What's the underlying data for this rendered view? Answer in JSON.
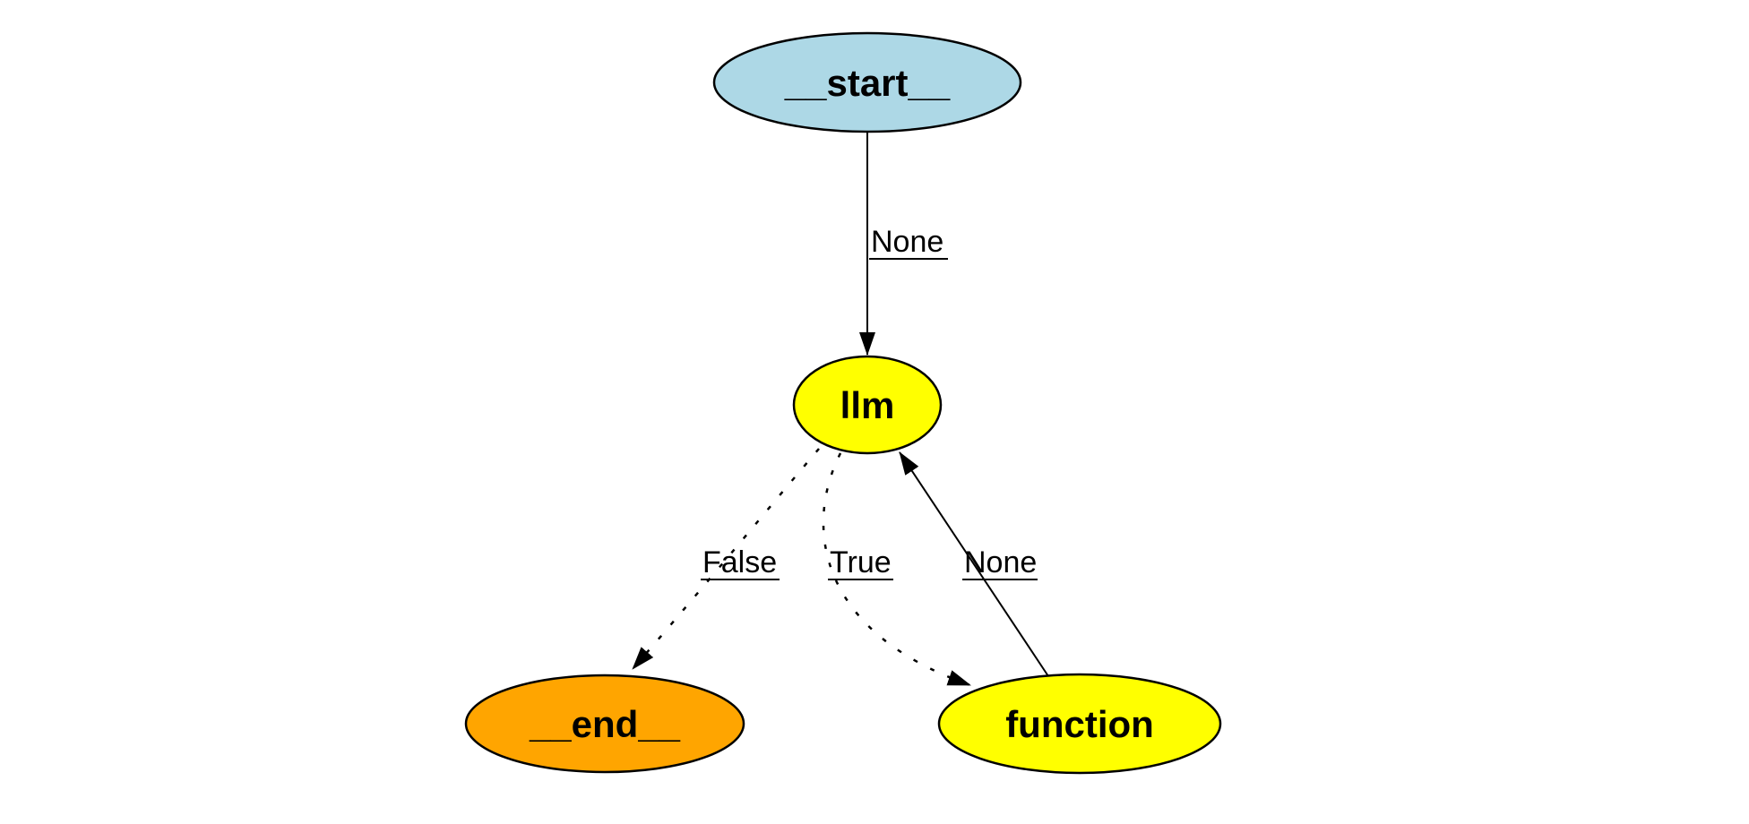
{
  "diagram": {
    "type": "state-graph",
    "background_color": "#ffffff",
    "stroke_color": "#000000",
    "label_color": "#000000",
    "nodes": [
      {
        "id": "__start__",
        "label": "__start__",
        "shape": "ellipse",
        "fill": "#add8e6"
      },
      {
        "id": "llm",
        "label": "llm",
        "shape": "ellipse",
        "fill": "#ffff00"
      },
      {
        "id": "__end__",
        "label": "__end__",
        "shape": "ellipse",
        "fill": "#ffa500"
      },
      {
        "id": "function",
        "label": "function",
        "shape": "ellipse",
        "fill": "#ffff00"
      }
    ],
    "edges": [
      {
        "from": "__start__",
        "to": "llm",
        "label": "None",
        "style": "solid"
      },
      {
        "from": "llm",
        "to": "__end__",
        "label": "False",
        "style": "dotted"
      },
      {
        "from": "llm",
        "to": "function",
        "label": "True",
        "style": "dotted"
      },
      {
        "from": "function",
        "to": "llm",
        "label": "None",
        "style": "solid"
      }
    ]
  }
}
